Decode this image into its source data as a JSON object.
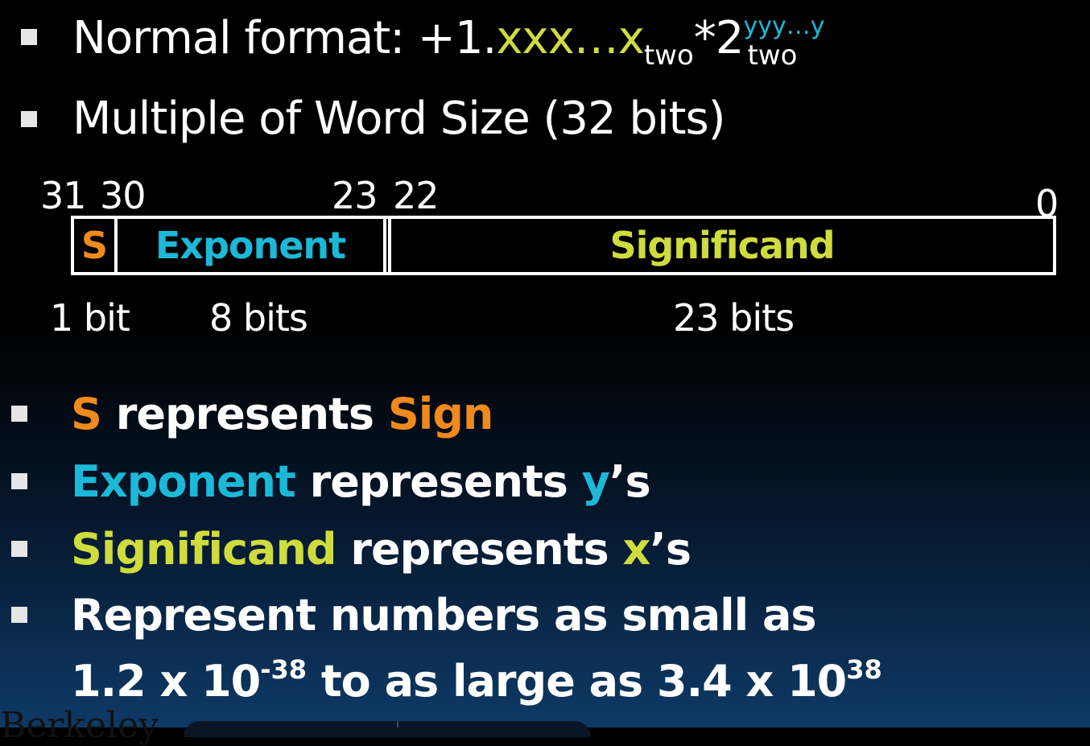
{
  "bullets_top": {
    "normal_format": {
      "prefix": "Normal format: +1.",
      "x_digits": "xxx…x",
      "x_sub": "two",
      "times_two": "*2",
      "y_sup": "yyy…y",
      "y_sub": "two"
    },
    "word_size": "Multiple of Word Size (32 bits)"
  },
  "diagram": {
    "bit_numbers": {
      "b31": "31",
      "b30": "30",
      "b23": "23",
      "b22": "22",
      "b0": "0"
    },
    "fields": {
      "sign": "S",
      "exponent": "Exponent",
      "significand": "Significand"
    },
    "widths": {
      "sign": "1 bit",
      "exponent": "8 bits",
      "significand": "23 bits"
    }
  },
  "bullets_bottom": {
    "sign_line": {
      "s": "S",
      "mid": " represents ",
      "sign": "Sign"
    },
    "exponent_line": {
      "exponent": "Exponent",
      "mid": " represents ",
      "y": "y",
      "tail": "’s"
    },
    "significand_line": {
      "significand": "Significand",
      "mid": " represents ",
      "x": "x",
      "tail": "’s"
    },
    "range_line1": "Represent numbers as small as",
    "range_line2": {
      "a": "1.2 x 10",
      "a_exp": "-38",
      "mid": " to as large as 3.4 x 10",
      "b_exp": "38"
    }
  },
  "footer_partial_text": "Berkeley",
  "colors": {
    "orange": "#f08a1c",
    "cyan": "#1cb8d8",
    "lime": "#cfdc3e",
    "bullet": "#e6e6e6"
  }
}
